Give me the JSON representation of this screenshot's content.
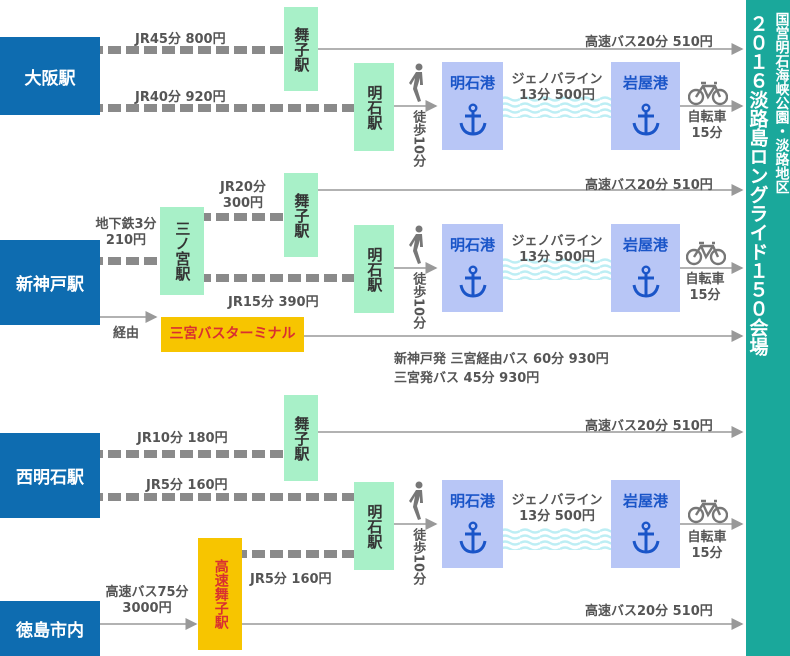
{
  "venue": {
    "line1": "国営明石海峡公園・淡路地区",
    "line2": "２０１６淡路島ロングライド１５０会場"
  },
  "origins": {
    "osaka": "大阪駅",
    "shinkobe": "新神戸駅",
    "nishiakashi": "西明石駅",
    "tokushima": "徳島市内"
  },
  "stations": {
    "maiko": "舞子駅",
    "akashi": "明石駅",
    "sannomiya": "三ノ宮駅",
    "kosoku_maiko": "高速舞子駅"
  },
  "ports": {
    "akashi_port": "明石港",
    "iwaya_port": "岩屋港"
  },
  "routes": {
    "osaka_jr45": "JR45分 800円",
    "osaka_jr40": "JR40分 920円",
    "kosoku_bus": "高速バス20分 510円",
    "walk": "徒歩10分",
    "ferry_name": "ジェノバライン",
    "ferry_time": "13分 500円",
    "bike_label": "自転車",
    "bike_time": "15分",
    "subway_l1": "地下鉄3分",
    "subway_l2": "210円",
    "sannomiya_jr20_l1": "JR20分",
    "sannomiya_jr20_l2": "300円",
    "sannomiya_jr15": "JR15分 390円",
    "via": "経由",
    "bus_terminal": "三宮バスターミナル",
    "bus_note_1": "新神戸発 三宮経由バス 60分 930円",
    "bus_note_2": "三宮発バス 45分 930円",
    "nishi_jr10": "JR10分 180円",
    "nishi_jr5": "JR5分 160円",
    "kosoku_jr5": "JR5分 160円",
    "toku_bus_l1": "高速バス75分",
    "toku_bus_l2": "3000円"
  }
}
